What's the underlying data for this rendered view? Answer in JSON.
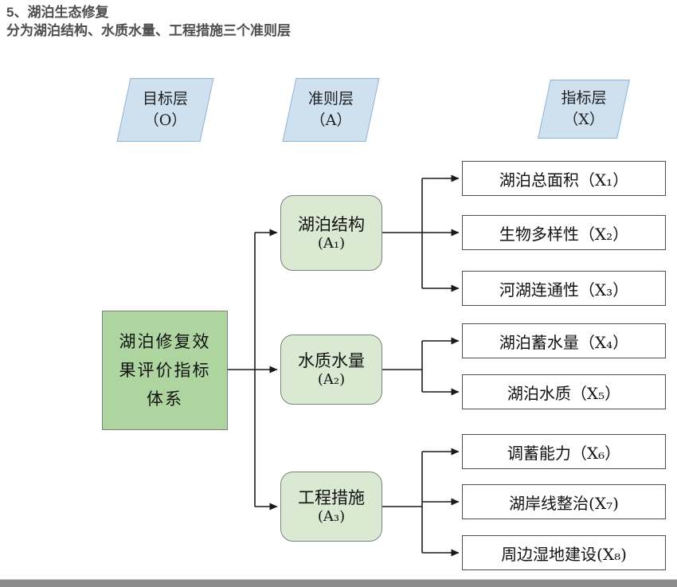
{
  "header": {
    "title": "5、湖泊生态修复",
    "subtitle": "分为湖泊结构、水质水量、工程措施三个准则层"
  },
  "layer_headers": [
    {
      "line1": "目标层",
      "line2": "（O）"
    },
    {
      "line1": "准则层",
      "line2": "（A）"
    },
    {
      "line1": "指标层",
      "line2": "（X）"
    }
  ],
  "goal_box": {
    "line1": "湖泊修复效",
    "line2": "果评价指标",
    "line3": "体系"
  },
  "criteria_boxes": [
    {
      "name": "湖泊结构",
      "code": "(A₁)"
    },
    {
      "name": "水质水量",
      "code": "(A₂)"
    },
    {
      "name": "工程措施",
      "code": "(A₃)"
    }
  ],
  "indicator_boxes": [
    {
      "label": "湖泊总面积（X₁）"
    },
    {
      "label": "生物多样性（X₂）"
    },
    {
      "label": "河湖连通性（X₃）"
    },
    {
      "label": "湖泊蓄水量（X₄）"
    },
    {
      "label": "湖泊水质（X₅）"
    },
    {
      "label": "调蓄能力（X₆）"
    },
    {
      "label": "湖岸线整治(X₇)"
    },
    {
      "label": "周边湿地建设(X₈)"
    }
  ],
  "colors": {
    "layer_fill": "#cfe0ef",
    "layer_border": "#8eb4d8",
    "goal_fill": "#aed59f",
    "criteria_fill": "#daead2",
    "box_border": "#7f7f7f",
    "line": "#1a1a1a"
  }
}
